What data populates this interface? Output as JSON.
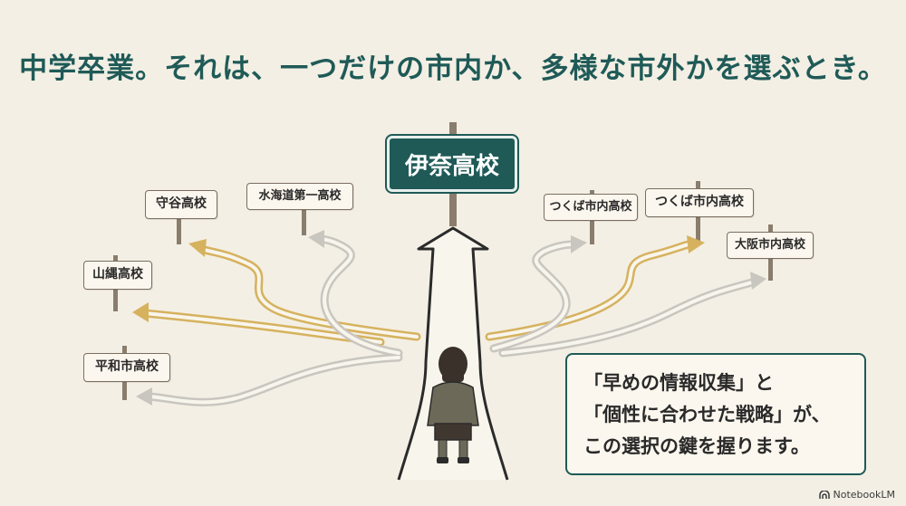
{
  "title": "中学卒業。それは、一つだけの市内か、多様な市外かを選ぶとき。",
  "main_sign": "伊奈高校",
  "left_signs": [
    "守谷高校",
    "水海道第一高校",
    "山縄高校",
    "平和市高校"
  ],
  "right_signs": [
    "つくば市内高校",
    "つくば市内高校",
    "大阪市内高校"
  ],
  "callout": {
    "line1": "「早めの情報収集」と",
    "line2": "「個性に合わせた戦略」が、",
    "line3": "この選択の鍵を握ります。"
  },
  "brand": "NotebookLM",
  "colors": {
    "accent": "#1f5a57",
    "gold_path": "#d6b25e",
    "gray_path": "#c9c6c0",
    "background": "#f3efe4"
  },
  "icons": [
    "person-figure",
    "notebooklm-logo-icon"
  ]
}
